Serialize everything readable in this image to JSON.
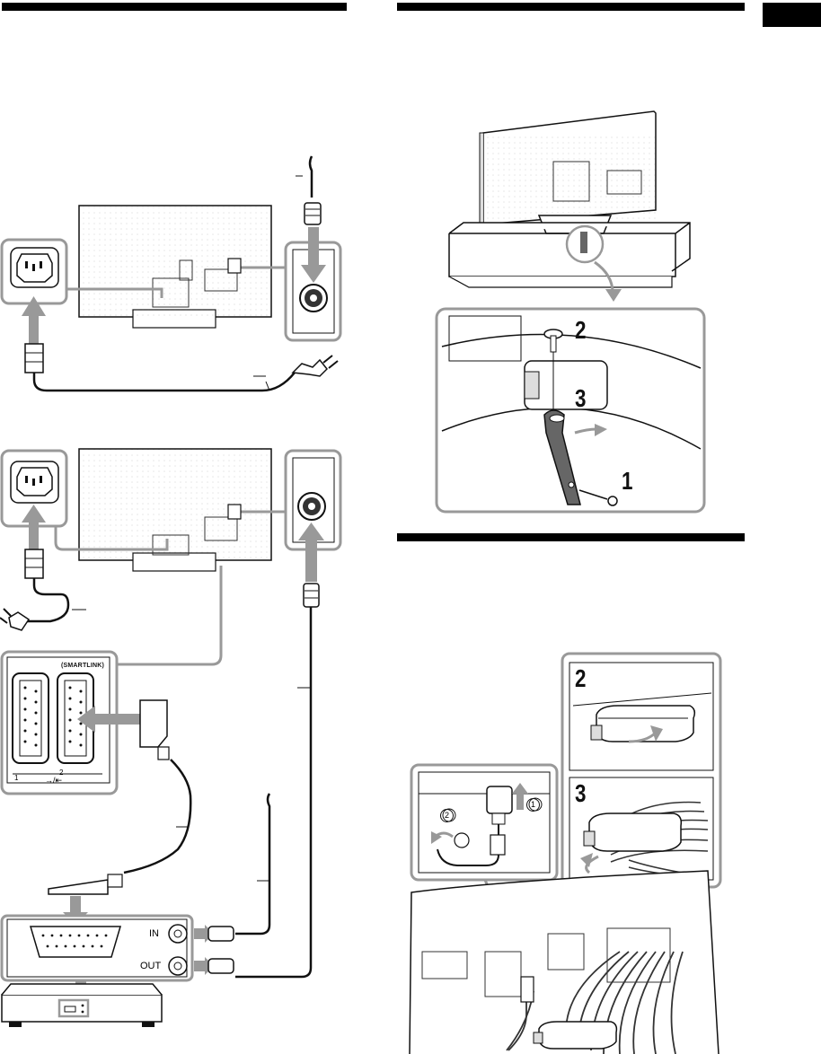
{
  "figure_labels": {
    "smartlink": "(SMARTLINK)",
    "scart_1": "1",
    "scart_2": "2",
    "scart_symbol": "→/⇤",
    "in": "IN",
    "out": "OUT"
  },
  "steps": {
    "stand_1": "1",
    "stand_2": "2",
    "stand_3": "3",
    "clip_2": "2",
    "clip_3": "3",
    "circle_1": "1",
    "circle_2": "2"
  }
}
